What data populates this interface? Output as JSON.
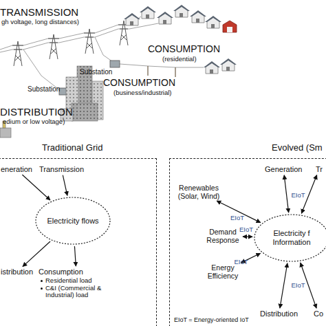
{
  "diagram": {
    "nodes": [
      {
        "text": [
          "Traditional Grid"
        ]
      },
      {
        "text": [
          "eneration"
        ],
        "in": 0
      },
      {
        "text": [
          "Transmission"
        ],
        "in": 0
      },
      {
        "text": [
          "Electricity flows"
        ],
        "in": 0
      },
      {
        "text": [
          "istribution"
        ],
        "in": 0
      },
      {
        "text": [
          "Consumption",
          "Residential load",
          "C&I (Commercial & Industrial) load"
        ],
        "in": 0
      },
      {
        "text": [
          "Evolved (Sm"
        ]
      },
      {
        "text": [
          "Generation"
        ],
        "in": 6
      },
      {
        "text": [
          "Tr"
        ],
        "in": 6
      },
      {
        "text": [
          "Renewables (Solar, Wind)"
        ],
        "in": 6
      },
      {
        "text": [
          "Electricity f Information"
        ],
        "in": 6
      },
      {
        "text": [
          "Demand Response"
        ],
        "in": 6
      },
      {
        "text": [
          "Energy Efficiency"
        ],
        "in": 6
      },
      {
        "text": [
          "Distribution"
        ],
        "in": 6
      },
      {
        "text": [
          "Co"
        ],
        "in": 6
      }
    ],
    "edges": [
      {
        "from": 1,
        "to": 3,
        "arrow": "to"
      },
      {
        "from": 2,
        "to": 3,
        "arrow": "to"
      },
      {
        "from": 3,
        "to": 4,
        "arrow": "to"
      },
      {
        "from": 3,
        "to": 5,
        "arrow": "to"
      },
      {
        "from": 7,
        "to": 10,
        "arrow": "both"
      },
      {
        "from": 8,
        "to": 10,
        "arrow": "both",
        "label": "EIoT"
      },
      {
        "from": 9,
        "to": 10,
        "arrow": "both",
        "label": "EIoT"
      },
      {
        "from": 11,
        "to": 10,
        "arrow": "both",
        "label": "EIoT"
      },
      {
        "from": 12,
        "to": 10,
        "arrow": "both",
        "label": "EIoT"
      },
      {
        "from": 10,
        "to": 13,
        "arrow": "both"
      },
      {
        "from": 14,
        "to": 10,
        "arrow": "both",
        "label": "EIoT"
      }
    ],
    "labels": [
      "TRANSMISSION",
      "gh voltage, long distances)",
      "CONSUMPTION",
      "(residential)",
      "Substation",
      "Substation",
      "CONSUMPTION",
      "(business/industrial)",
      "DISTRIBUTION",
      "edium or low voltage)",
      "EIoT = Energy-oriented IoT"
    ]
  }
}
